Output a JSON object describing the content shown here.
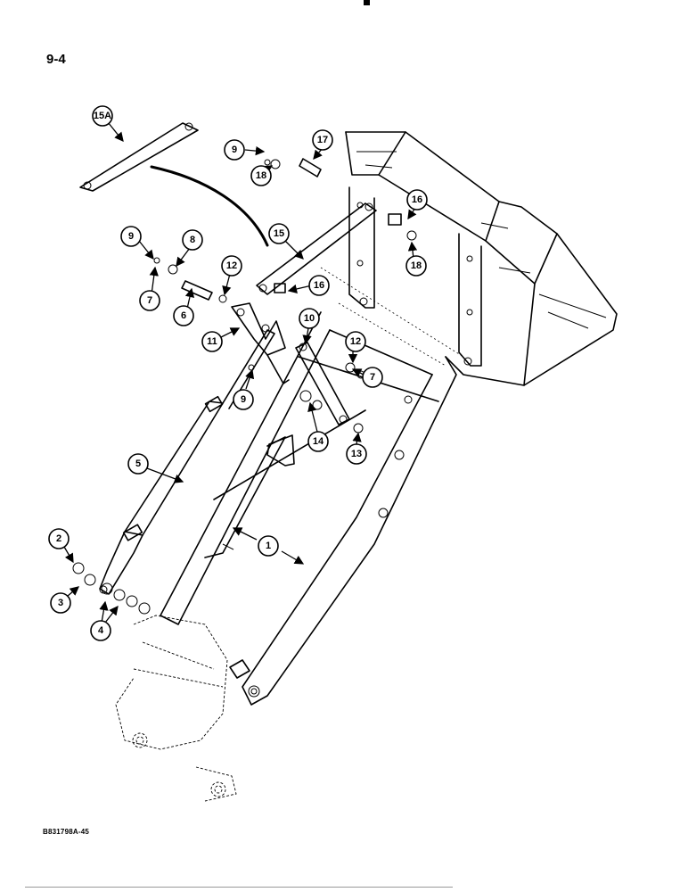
{
  "page": {
    "page_number": "9-4",
    "figure_code": "B831798A-45"
  },
  "callouts": [
    {
      "label": "15A"
    },
    {
      "label": "9"
    },
    {
      "label": "18"
    },
    {
      "label": "17"
    },
    {
      "label": "16"
    },
    {
      "label": "18"
    },
    {
      "label": "15"
    },
    {
      "label": "9"
    },
    {
      "label": "8"
    },
    {
      "label": "16"
    },
    {
      "label": "12"
    },
    {
      "label": "7"
    },
    {
      "label": "6"
    },
    {
      "label": "10"
    },
    {
      "label": "12"
    },
    {
      "label": "11"
    },
    {
      "label": "7"
    },
    {
      "label": "9"
    },
    {
      "label": "14"
    },
    {
      "label": "13"
    },
    {
      "label": "5"
    },
    {
      "label": "1"
    },
    {
      "label": "2"
    },
    {
      "label": "3"
    },
    {
      "label": "4"
    }
  ]
}
